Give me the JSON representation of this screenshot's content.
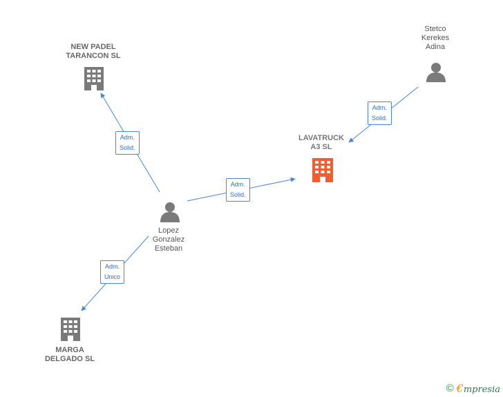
{
  "colors": {
    "edge": "#4a86d4",
    "company": "#7a7a7a",
    "main_company": "#f25c2e",
    "person": "#7a7a7a"
  },
  "nodes": {
    "new_padel": {
      "label": "NEW PADEL\nTARANCON  SL",
      "icon": "building-icon"
    },
    "lavatruck": {
      "label": "LAVATRUCK\nA3  SL",
      "icon": "building-icon"
    },
    "marga": {
      "label": "MARGA\nDELGADO SL",
      "icon": "building-icon"
    },
    "lopez": {
      "label": "Lopez\nGonzalez\nEsteban",
      "icon": "person-icon"
    },
    "stetco": {
      "label": "Stetco\nKerekes\nAdina",
      "icon": "person-icon"
    }
  },
  "edges": [
    {
      "from": "lopez",
      "to": "new_padel",
      "label": "Adm.\nSolid."
    },
    {
      "from": "lopez",
      "to": "lavatruck",
      "label": "Adm.\nSolid."
    },
    {
      "from": "stetco",
      "to": "lavatruck",
      "label": "Adm.\nSolid."
    },
    {
      "from": "lopez",
      "to": "marga",
      "label": "Adm.\nUnico"
    }
  ],
  "footer": {
    "copyright_symbol": "©",
    "brand_initial": "€",
    "brand_rest": "mpresia"
  }
}
